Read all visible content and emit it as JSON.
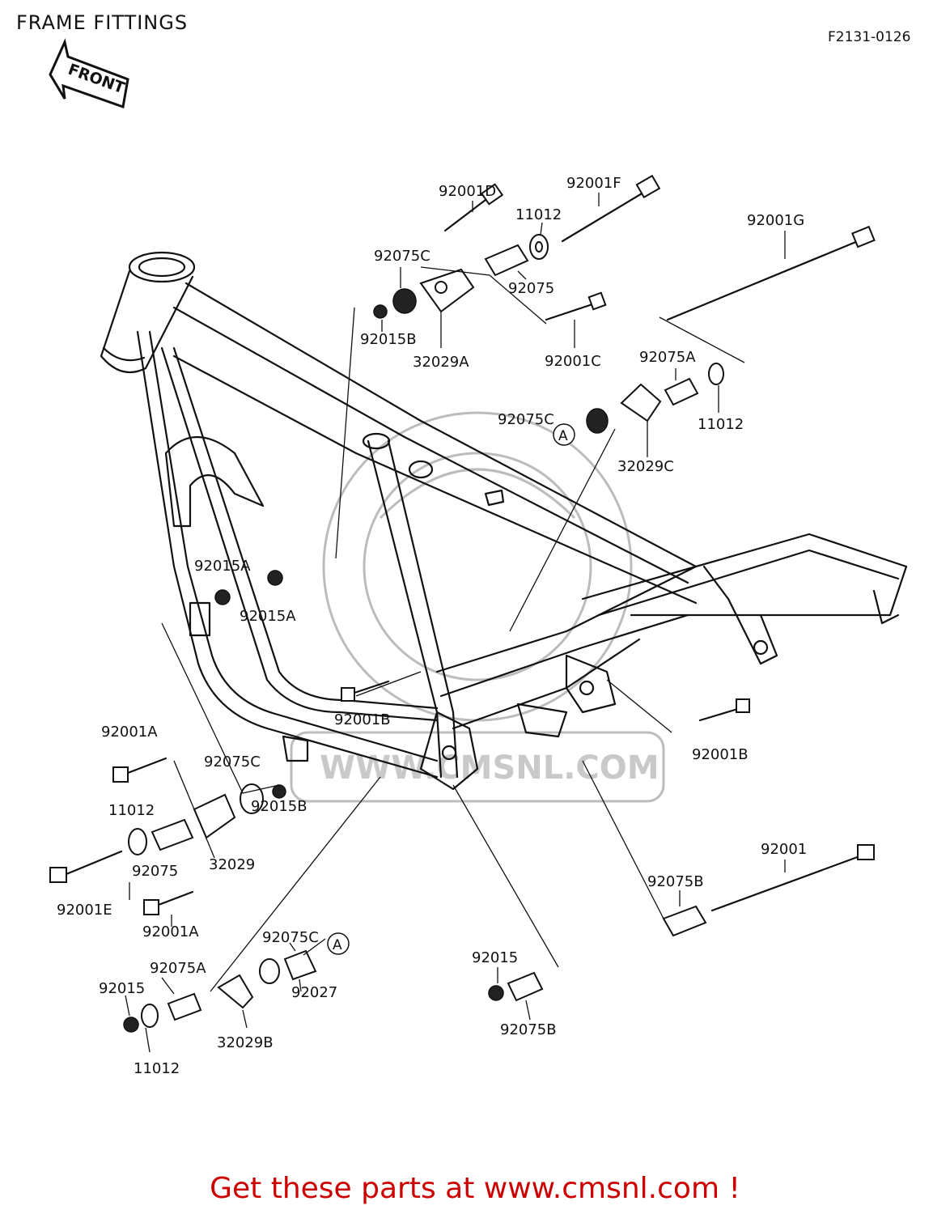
{
  "header": {
    "title": "FRAME FITTINGS",
    "code": "F2131-0126",
    "front_arrow": "FRONT"
  },
  "part_labels": {
    "l_92001D": "92001D",
    "l_92001F": "92001F",
    "l_92001G": "92001G",
    "l_11012_a": "11012",
    "l_92075C_a": "92075C",
    "l_92075_a": "92075",
    "l_92015B_a": "92015B",
    "l_32029A": "32029A",
    "l_92001C": "92001C",
    "l_92075A_a": "92075A",
    "l_11012_b": "11012",
    "l_92075C_b": "92075C",
    "l_32029C": "32029C",
    "l_92015A_a": "92015A",
    "l_92015A_b": "92015A",
    "l_92001B_a": "92001B",
    "l_92001B_b": "92001B",
    "l_92001A_a": "92001A",
    "l_92075C_c": "92075C",
    "l_11012_c": "11012",
    "l_92015B_b": "92015B",
    "l_92075_b": "92075",
    "l_32029": "32029",
    "l_92001E": "92001E",
    "l_92001A_b": "92001A",
    "l_92001": "92001",
    "l_92075B_a": "92075B",
    "l_92075C_d": "92075C",
    "l_92075A_b": "92075A",
    "l_92015_a": "92015",
    "l_92027": "92027",
    "l_32029B": "32029B",
    "l_11012_d": "11012",
    "l_92015_b": "92015",
    "l_92075B_b": "92075B"
  },
  "callouts": {
    "a_top": "A",
    "a_bottom": "A"
  },
  "watermark": "WWW.CMSNL.COM",
  "footer": {
    "promo": "Get these parts at www.cmsnl.com !",
    "promo_color": "#cc0000"
  }
}
